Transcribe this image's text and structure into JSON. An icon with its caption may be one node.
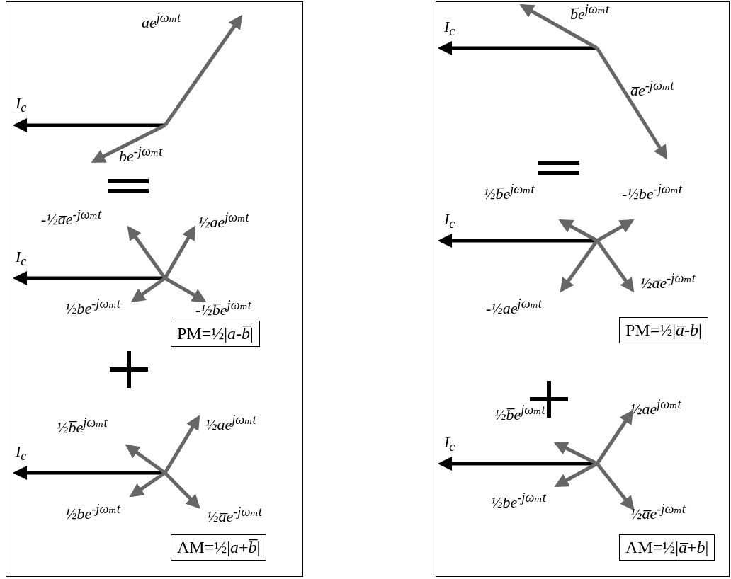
{
  "diagram": {
    "nodes": [
      {
        "text": [],
        "shape": "box"
      },
      {
        "text": [
          "PM=½|*a*-*b̅*|"
        ],
        "in": 0
      },
      {
        "text": [
          "AM=½|*a*+*b̅*|"
        ],
        "in": 0
      },
      {
        "text": [],
        "shape": "box"
      },
      {
        "text": [
          "PM=½|*a̅*-*b*|"
        ],
        "in": 3
      },
      {
        "text": [
          "AM=½|*a̅*+*b*|"
        ],
        "in": 3
      }
    ],
    "labels": [
      "ae$^{jωₘt}$",
      "I$_{c}$",
      "be$^{-jωₘt}$",
      "-½a̅e$^{-jωₘt}$",
      "½ae$^{jωₘt}$",
      "I$_{c}$",
      "½be$^{-jωₘt}$",
      "-½b̅e$^{jωₘt}$",
      "½b̅e$^{jωₘt}$",
      "½ae$^{jωₘt}$",
      "I$_{c}$",
      "½be$^{-jωₘt}$",
      "½a̅e$^{-jωₘt}$",
      "b̅e$^{jωₘt}$",
      "I$_{c}$",
      "a̅e$^{-jωₘt}$",
      "½b̅e$^{jωₘt}$",
      "-½be$^{-jωₘt}$",
      "I$_{c}$",
      "½a̅e$^{-jωₘt}$",
      "-½ae$^{jωₘt}$",
      "½b̅e$^{jωₘt}$",
      "½ae$^{jωₘt}$",
      "I$_{c}$",
      "½be$^{-jωₘt}$",
      "½a̅e$^{-jωₘt}$"
    ]
  }
}
